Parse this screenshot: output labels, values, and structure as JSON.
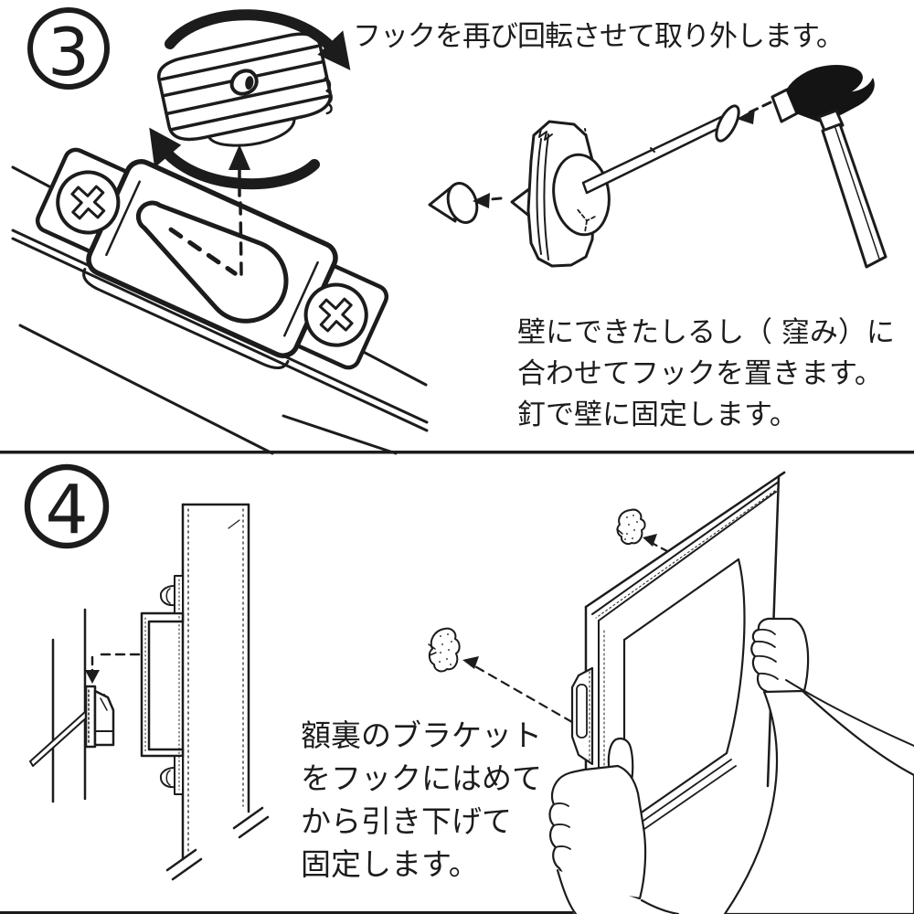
{
  "page": {
    "type": "instruction-manual-figure",
    "language": "ja",
    "background_color": "#ffffff",
    "ink_color": "#1c1c1c"
  },
  "step3": {
    "number": "3",
    "caption_top": "フックを再び回転させて取り外します。",
    "caption_right_lines": [
      "壁にできたしるし（ 窪み）に",
      "合わせてフックを置きます。",
      "釘で壁に固定します。"
    ],
    "icons": [
      "rotating-hook-knob",
      "rotation-arrows",
      "keyhole-bracket-plate",
      "phillips-screws",
      "nail",
      "hammer"
    ]
  },
  "step4": {
    "number": "4",
    "caption_lines": [
      "額裏のブラケット",
      "をフックにはめて",
      "から引き下げて",
      "固定します。"
    ],
    "icons": [
      "wall-side-view",
      "wall-hook",
      "frame-bracket-channel",
      "picture-frame",
      "hands-holding-frame",
      "wall-hooks-floating"
    ]
  }
}
